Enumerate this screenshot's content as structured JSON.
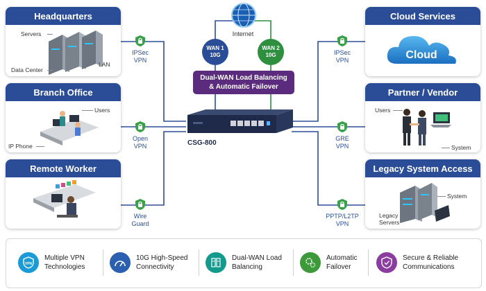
{
  "panels": {
    "hq": {
      "title": "Headquarters",
      "servers": "Servers",
      "datacenter": "Data Center",
      "lan": "LAN"
    },
    "branch": {
      "title": "Branch Office",
      "users": "Users",
      "ipphone": "IP Phone"
    },
    "remote": {
      "title": "Remote Worker"
    },
    "cloud": {
      "title": "Cloud Services",
      "cloud_text": "Cloud"
    },
    "partner": {
      "title": "Partner / Vendor",
      "users": "Users",
      "system": "System"
    },
    "legacy": {
      "title": "Legacy System Access",
      "system": "System",
      "servers": "Legacy\nServers"
    }
  },
  "links": {
    "ipsec_left": "IPSec\nVPN",
    "openvpn": "Open\nVPN",
    "wireguard": "Wire\nGuard",
    "ipsec_right": "IPSec\nVPN",
    "gre": "GRE\nVPN",
    "pptp": "PPTP/L2TP\nVPN"
  },
  "center": {
    "internet": "Internet",
    "wan1": "WAN 1\n10G",
    "wan2": "WAN 2\n10G",
    "banner": "Dual-WAN Load Balancing\n& Automatic Failover",
    "device": "CSG-800"
  },
  "features": [
    {
      "label": "Multiple VPN\nTechnologies",
      "icon": "vpn-shield-icon",
      "color": "#1a9ad6"
    },
    {
      "label": "10G High-Speed\nConnectivity",
      "icon": "speedometer-icon",
      "color": "#2b5fb0"
    },
    {
      "label": "Dual-WAN Load\nBalancing",
      "icon": "servers-icon",
      "color": "#139a8c"
    },
    {
      "label": "Automatic\nFailover",
      "icon": "gears-icon",
      "color": "#3d9a3a"
    },
    {
      "label": "Secure & Reliable\nCommunications",
      "icon": "secure-shield-icon",
      "color": "#8a3d9e"
    }
  ],
  "colors": {
    "panel_header": "#2b4d97",
    "line_blue": "#2b4d97",
    "line_green": "#2e8f3e",
    "banner": "#5b2c7e",
    "device": "#1f2a4a"
  }
}
